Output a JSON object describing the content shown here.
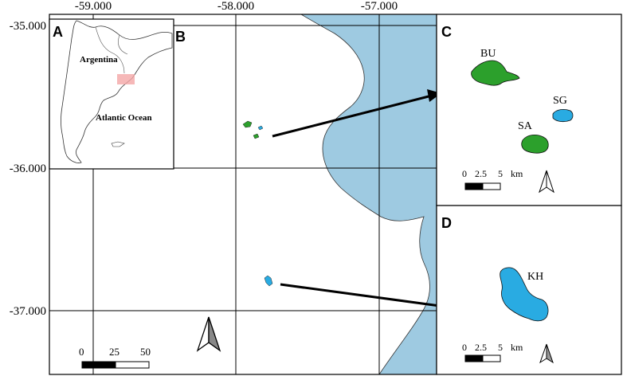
{
  "axes": {
    "top_ticks": [
      "-59.000",
      "-58.000",
      "-57.000"
    ],
    "left_ticks": [
      "-35.000",
      "-36.000",
      "-37.000"
    ]
  },
  "panels": {
    "A": {
      "letter": "A",
      "country_label": "Argentina",
      "ocean_label": "Atlantic Ocean"
    },
    "B": {
      "letter": "B",
      "scalebar_ticks": [
        "0",
        "25",
        "50"
      ]
    },
    "C": {
      "letter": "C",
      "lakes": [
        {
          "code": "BU",
          "color": "#2ca02c"
        },
        {
          "code": "SG",
          "color": "#29abe2"
        },
        {
          "code": "SA",
          "color": "#2ca02c"
        }
      ],
      "scalebar_ticks": [
        "0",
        "2.5",
        "5"
      ],
      "scalebar_unit": "km"
    },
    "D": {
      "letter": "D",
      "lakes": [
        {
          "code": "KH",
          "color": "#29abe2"
        }
      ],
      "scalebar_ticks": [
        "0",
        "2.5",
        "5"
      ],
      "scalebar_unit": "km"
    }
  },
  "colors": {
    "sea": "#9ecae1",
    "green_lake": "#2ca02c",
    "blue_lake": "#29abe2",
    "highlight": "#f4a6a6"
  },
  "icons": [
    "north-arrow-icon"
  ]
}
